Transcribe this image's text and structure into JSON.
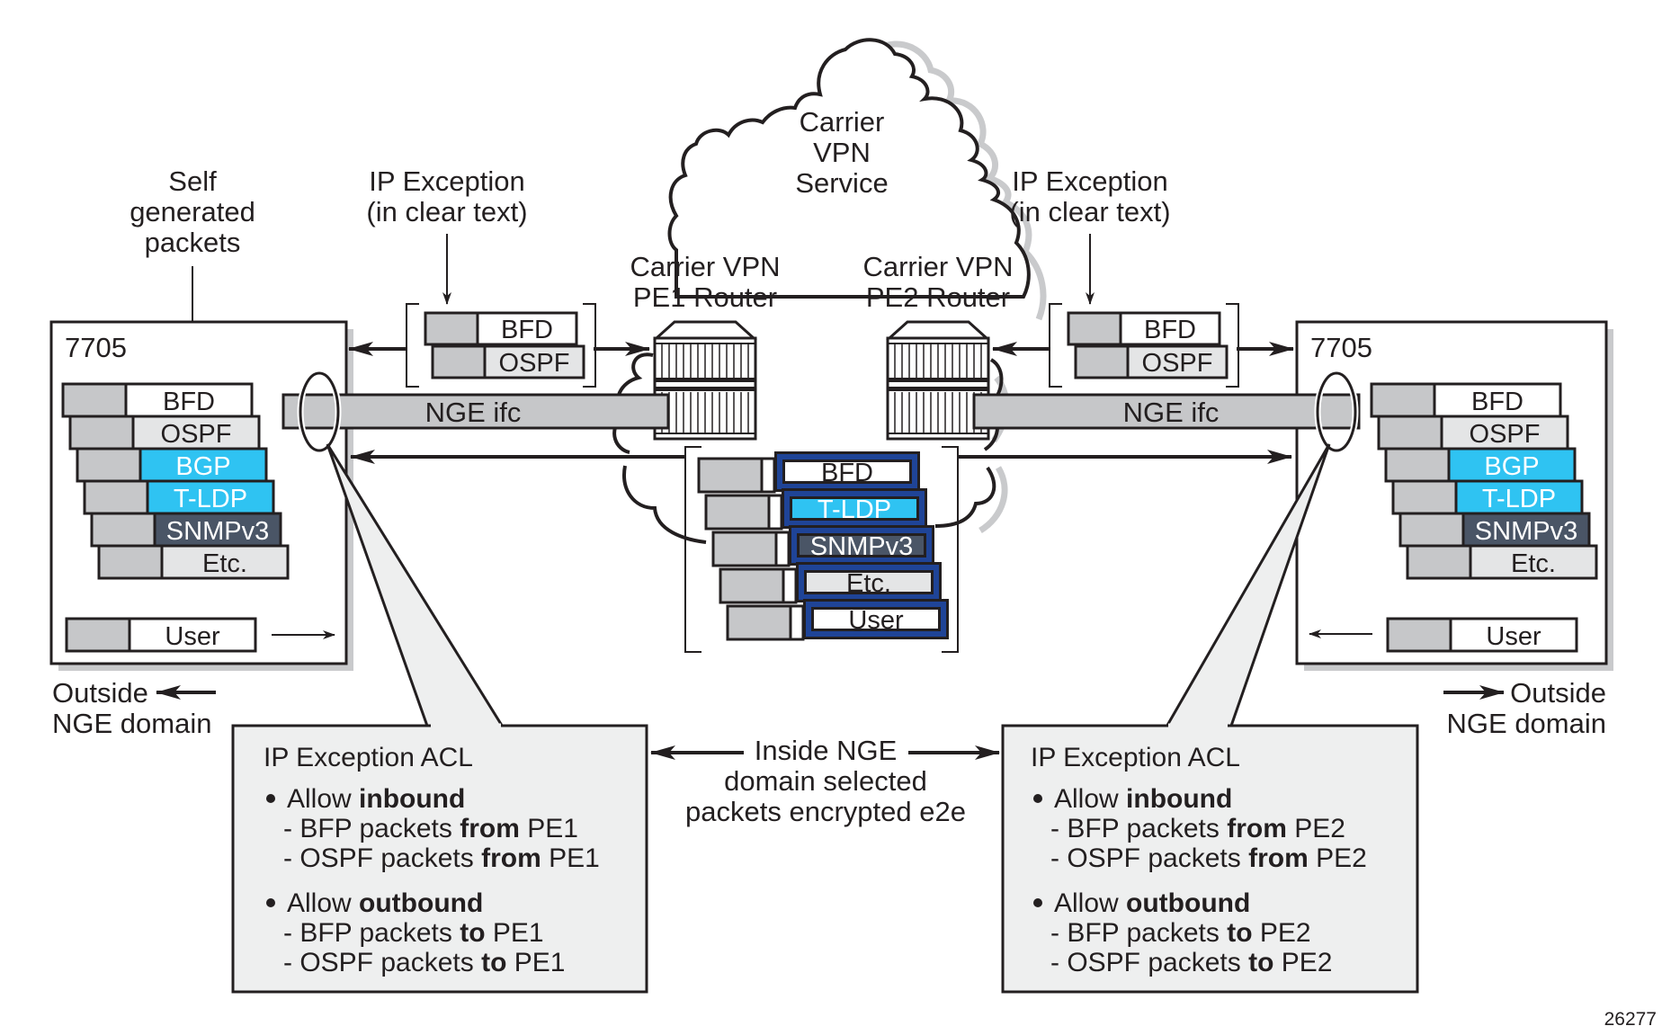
{
  "figure_id": "26277",
  "colors": {
    "header_gray": "#c6c7c9",
    "blue_pkt": "#2fc3f2",
    "dark_pkt": "#4a5566",
    "light_pkt": "#e4e5e6",
    "encrypt_border": "#1f4497",
    "acl_fill": "#eeefef",
    "shadow": "#c9cacc",
    "line": "#231f20"
  },
  "labels": {
    "self_generated": [
      "Self",
      "generated",
      "packets"
    ],
    "ip_exception_left": [
      "IP Exception",
      "(in clear text)"
    ],
    "ip_exception_right": [
      "IP Exception",
      "(in clear text)"
    ],
    "cloud": [
      "Carrier",
      "VPN",
      "Service"
    ],
    "pe1": [
      "Carrier VPN",
      "PE1 Router"
    ],
    "pe2": [
      "Carrier VPN",
      "PE2 Router"
    ],
    "outside_left": [
      "Outside",
      "NGE domain"
    ],
    "outside_right": [
      "Outside",
      "NGE domain"
    ],
    "inside": [
      "Inside NGE",
      "domain selected",
      "packets encrypted e2e"
    ]
  },
  "left_node": {
    "name": "7705",
    "interface": "NGE ifc",
    "packets": [
      {
        "label": "BFD",
        "style": "white"
      },
      {
        "label": "OSPF",
        "style": "light"
      },
      {
        "label": "BGP",
        "style": "blue"
      },
      {
        "label": "T-LDP",
        "style": "blue"
      },
      {
        "label": "SNMPv3",
        "style": "dark"
      },
      {
        "label": "Etc.",
        "style": "light"
      }
    ],
    "user_packet": "User"
  },
  "right_node": {
    "name": "7705",
    "interface": "NGE ifc",
    "packets": [
      {
        "label": "BFD",
        "style": "white"
      },
      {
        "label": "OSPF",
        "style": "light"
      },
      {
        "label": "BGP",
        "style": "blue"
      },
      {
        "label": "T-LDP",
        "style": "blue"
      },
      {
        "label": "SNMPv3",
        "style": "dark"
      },
      {
        "label": "Etc.",
        "style": "light"
      }
    ],
    "user_packet": "User"
  },
  "clear_packets_left": [
    "BFD",
    "OSPF"
  ],
  "clear_packets_right": [
    "BFD",
    "OSPF"
  ],
  "encrypted_packets": [
    {
      "label": "BFD",
      "style": "white"
    },
    {
      "label": "T-LDP",
      "style": "blue"
    },
    {
      "label": "SNMPv3",
      "style": "dark"
    },
    {
      "label": "Etc.",
      "style": "light"
    },
    {
      "label": "User",
      "style": "white"
    }
  ],
  "acl_left": {
    "title": "IP Exception ACL",
    "sections": [
      {
        "prefix": "Allow ",
        "keyword": "inbound",
        "items": [
          {
            "pre": "BFP packets ",
            "kw": "from",
            "post": " PE1"
          },
          {
            "pre": "OSPF packets ",
            "kw": "from",
            "post": " PE1"
          }
        ]
      },
      {
        "prefix": "Allow ",
        "keyword": "outbound",
        "items": [
          {
            "pre": "BFP packets ",
            "kw": "to",
            "post": " PE1"
          },
          {
            "pre": "OSPF packets ",
            "kw": "to",
            "post": " PE1"
          }
        ]
      }
    ]
  },
  "acl_right": {
    "title": "IP Exception ACL",
    "sections": [
      {
        "prefix": "Allow ",
        "keyword": "inbound",
        "items": [
          {
            "pre": "BFP packets ",
            "kw": "from",
            "post": " PE2"
          },
          {
            "pre": "OSPF packets ",
            "kw": "from",
            "post": " PE2"
          }
        ]
      },
      {
        "prefix": "Allow ",
        "keyword": "outbound",
        "items": [
          {
            "pre": "BFP packets ",
            "kw": "to",
            "post": " PE2"
          },
          {
            "pre": "OSPF packets ",
            "kw": "to",
            "post": " PE2"
          }
        ]
      }
    ]
  }
}
